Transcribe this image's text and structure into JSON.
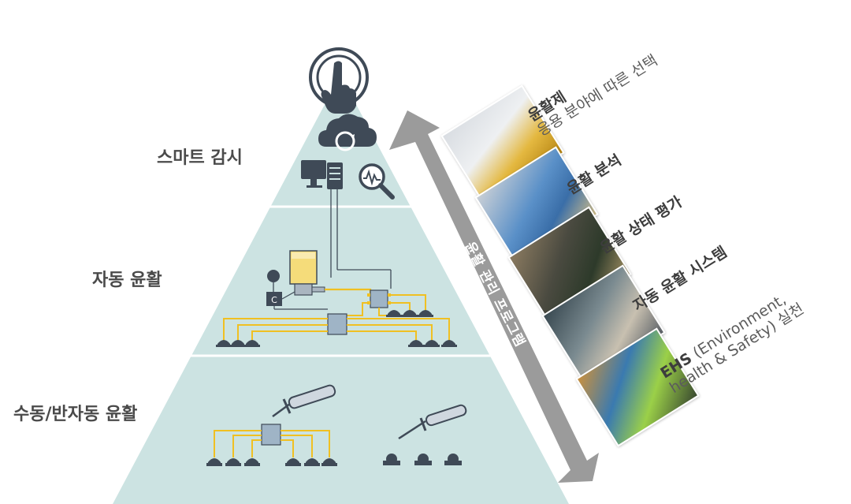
{
  "pyramid": {
    "levels": [
      {
        "id": "top",
        "label": "스마트 감시"
      },
      {
        "id": "mid",
        "label": "자동 윤활"
      },
      {
        "id": "bottom",
        "label": "수동/반자동 윤활"
      }
    ],
    "colors": {
      "fill": "#cce3e2",
      "divider": "#ffffff",
      "line": "#f0c022",
      "device": "#3f4a57",
      "reservoir": "#f5dc7a"
    },
    "controller_label": "C"
  },
  "arrow": {
    "label": "윤활 관리 프로그램",
    "color": "#9b9b9b"
  },
  "steps": [
    {
      "title": "윤활제",
      "subtitle": "응용 분야에 따른 선택"
    },
    {
      "title": "윤활 분석",
      "subtitle": ""
    },
    {
      "title": "윤활 상태 평가",
      "subtitle": ""
    },
    {
      "title": "자동 윤활 시스템",
      "subtitle": ""
    },
    {
      "title": "EHS",
      "subtitle_line1": "(Environment,",
      "subtitle_line2": "health & Safety) 실천"
    }
  ]
}
